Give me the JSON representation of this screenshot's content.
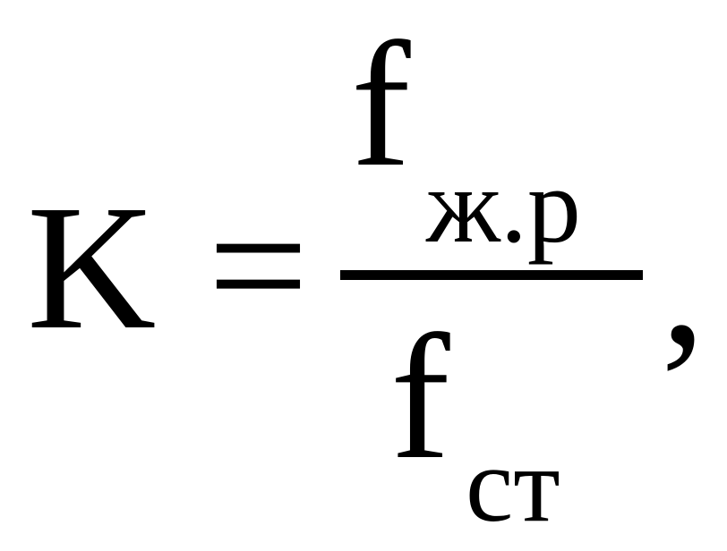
{
  "formula": {
    "lhs": "K",
    "equals": "=",
    "numerator": {
      "symbol": "f",
      "subscript": "ж.р"
    },
    "denominator": {
      "symbol": "f",
      "subscript": "ст"
    },
    "trailing": ","
  }
}
